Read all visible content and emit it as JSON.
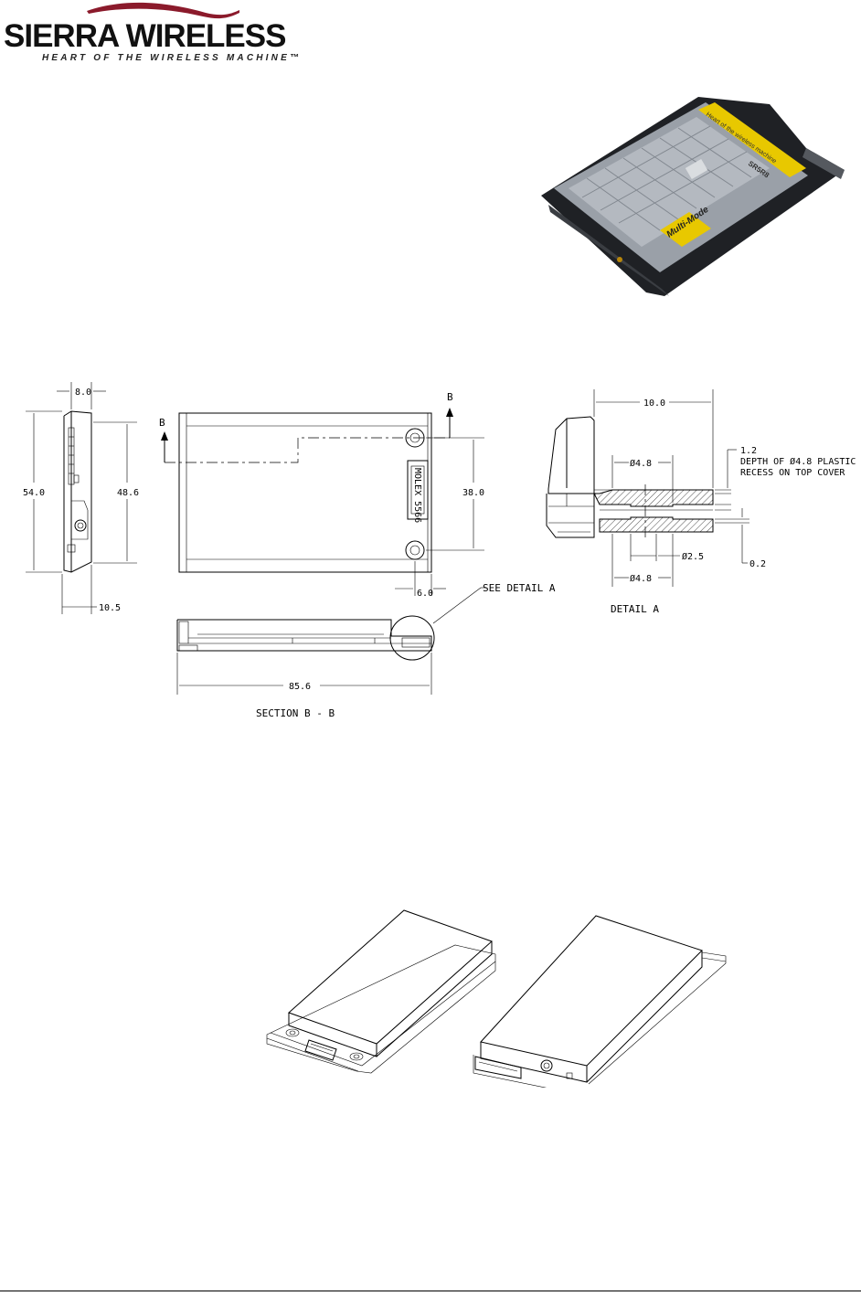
{
  "logo": {
    "brand": "SIERRA WIRELESS",
    "tagline": "HEART OF THE WIRELESS MACHINE™",
    "swoosh_color": "#8b1a2b"
  },
  "photo": {
    "label_strip": "Heart of the wireless machine",
    "badge": "Multi-Mode",
    "code": "SR5R8"
  },
  "side_view": {
    "thickness_top": "8.0",
    "height_overall": "54.0",
    "height_inner": "48.6",
    "thickness_bottom": "10.5"
  },
  "top_view": {
    "section_mark_left": "B",
    "section_mark_right": "B",
    "hole_spacing": "38.0",
    "hole_offset": "6.0",
    "connector_text": "MOLEX 5566",
    "callout": "SEE DETAIL  A"
  },
  "section_view": {
    "length": "85.6",
    "caption": "SECTION  B  -  B"
  },
  "detail_view": {
    "width": "10.0",
    "recess_dia": "Ø4.8",
    "recess_depth": "1.2",
    "note_line1": "DEPTH OF Ø4.8 PLASTIC",
    "note_line2": "RECESS ON TOP COVER",
    "hole_dia": "Ø2.5",
    "bottom_dia": "Ø4.8",
    "gap": "0.2",
    "caption": "DETAIL  A"
  },
  "colors": {
    "badge_yellow": "#e8c800",
    "module_gray": "#8a8f96",
    "module_dark": "#2b2d31"
  }
}
